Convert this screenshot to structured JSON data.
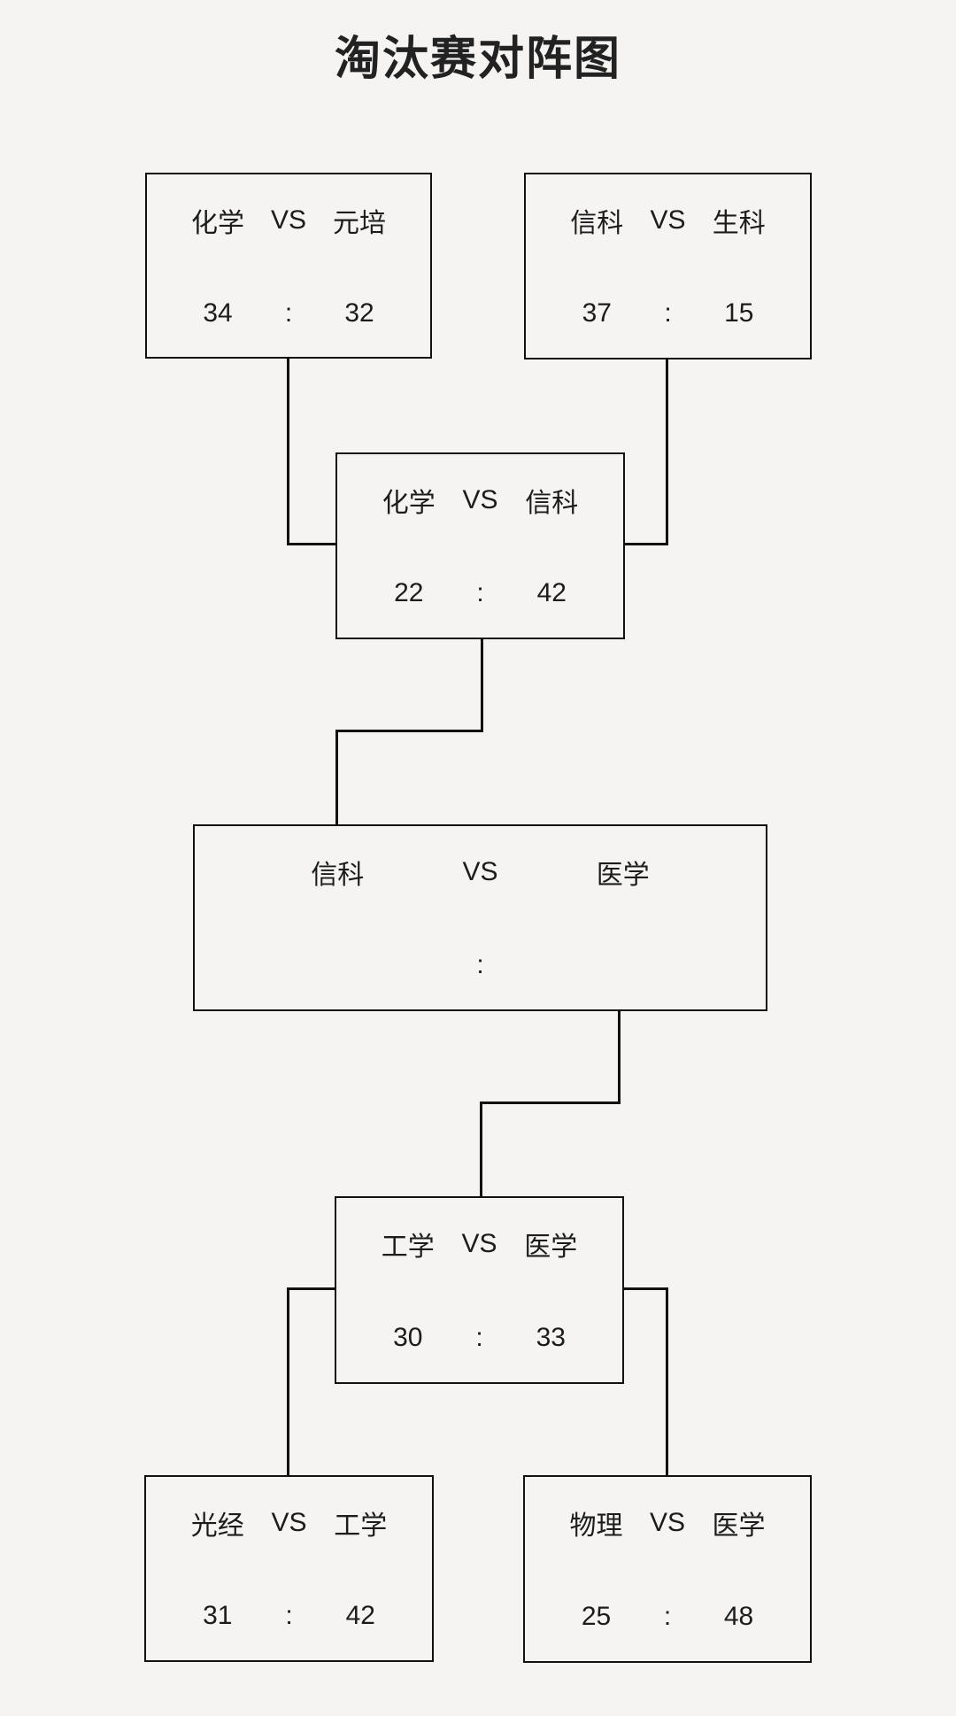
{
  "title": "淘汰赛对阵图",
  "vs_label": "VS",
  "score_separator": ":",
  "colors": {
    "background": "#f5f4f2",
    "line": "#111111",
    "text": "#1c1c1c"
  },
  "bracket": {
    "round1_left": {
      "team1": "化学",
      "team2": "元培",
      "score1": "34",
      "score2": "32"
    },
    "round1_right": {
      "team1": "信科",
      "team2": "生科",
      "score1": "37",
      "score2": "15"
    },
    "semifinal_top": {
      "team1": "化学",
      "team2": "信科",
      "score1": "22",
      "score2": "42"
    },
    "final": {
      "team1": "信科",
      "team2": "医学",
      "score1": "",
      "score2": ""
    },
    "semifinal_bottom": {
      "team1": "工学",
      "team2": "医学",
      "score1": "30",
      "score2": "33"
    },
    "round1_bottom_left": {
      "team1": "光经",
      "team2": "工学",
      "score1": "31",
      "score2": "42"
    },
    "round1_bottom_right": {
      "team1": "物理",
      "team2": "医学",
      "score1": "25",
      "score2": "48"
    }
  }
}
